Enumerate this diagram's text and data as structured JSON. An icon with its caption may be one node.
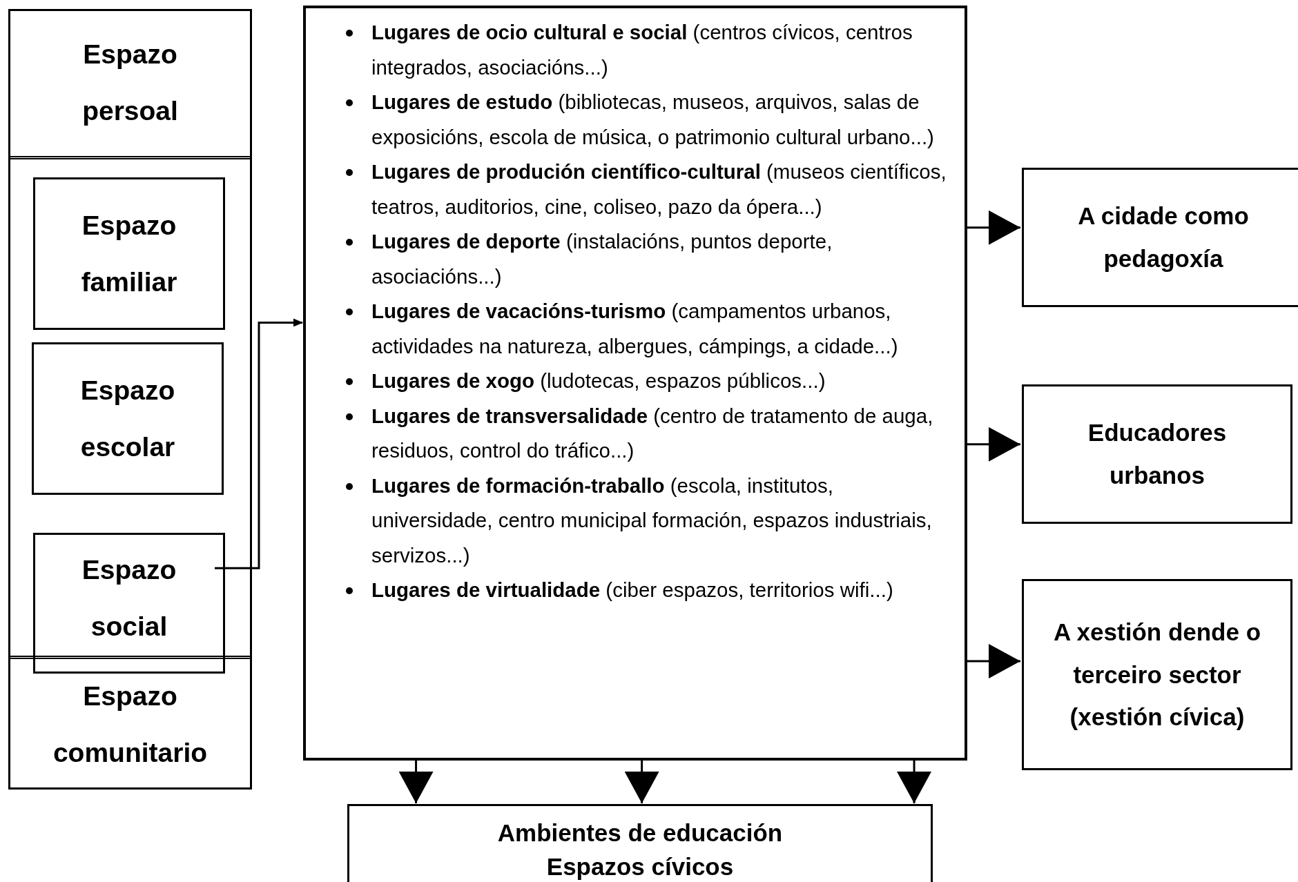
{
  "diagram": {
    "nodes": [
      {
        "text": [],
        "shape": "box"
      },
      {
        "text": [
          "Espazo persoal"
        ],
        "in": 0
      },
      {
        "text": [
          "Espazo familiar"
        ],
        "in": 0
      },
      {
        "text": [
          "Espazo escolar"
        ],
        "in": 0
      },
      {
        "text": [
          "Espazo social"
        ],
        "in": 0
      },
      {
        "text": [
          "Espazo comunitario"
        ],
        "in": 0
      },
      {
        "text": [
          "**Lugares de ocio cultural e social** (centros cívicos, centros integrados, asociacións...)",
          "**Lugares de estudo** (bibliotecas, museos, arquivos, salas de exposicións, escola de música, o patrimonio cultural urbano...)",
          "**Lugares de produción científico-cultural** (museos científicos, teatros, auditorios, cine, coliseo, pazo da ópera...)",
          "**Lugares de deporte** (instalacións, puntos deporte, asociacións...)",
          "**Lugares de vacacións-turismo** (campamentos urbanos, actividades na natureza, albergues, cámpings, a cidade...)",
          "**Lugares de xogo** (ludotecas, espazos públicos...)",
          "**Lugares de transversalidade** (centro de tratamento de auga, residuos, control do tráfico...)",
          "**Lugares de formación-traballo** (escola, institutos, universidade, centro municipal formación, espazos industriais, servizos...)",
          "**Lugares de virtualidade** (ciber espazos, territorios wifi...)"
        ]
      },
      {
        "text": [
          "A cidade como pedagoxía"
        ]
      },
      {
        "text": [
          "Educadores urbanos"
        ]
      },
      {
        "text": [
          "A xestión dende o terceiro sector (xestión cívica)"
        ]
      },
      {
        "text": [
          "Ambientes de educación",
          "Espazos cívicos"
        ]
      }
    ],
    "edges": [
      {
        "from": 4,
        "to": 6,
        "arrow": "to"
      },
      {
        "from": 6,
        "to": 7,
        "arrow": "to"
      },
      {
        "from": 6,
        "to": 8,
        "arrow": "to"
      },
      {
        "from": 6,
        "to": 9,
        "arrow": "to"
      },
      {
        "from": 6,
        "to": 10,
        "arrow": "to"
      },
      {
        "from": 6,
        "to": 10,
        "arrow": "to"
      },
      {
        "from": 6,
        "to": 10,
        "arrow": "to"
      }
    ]
  }
}
